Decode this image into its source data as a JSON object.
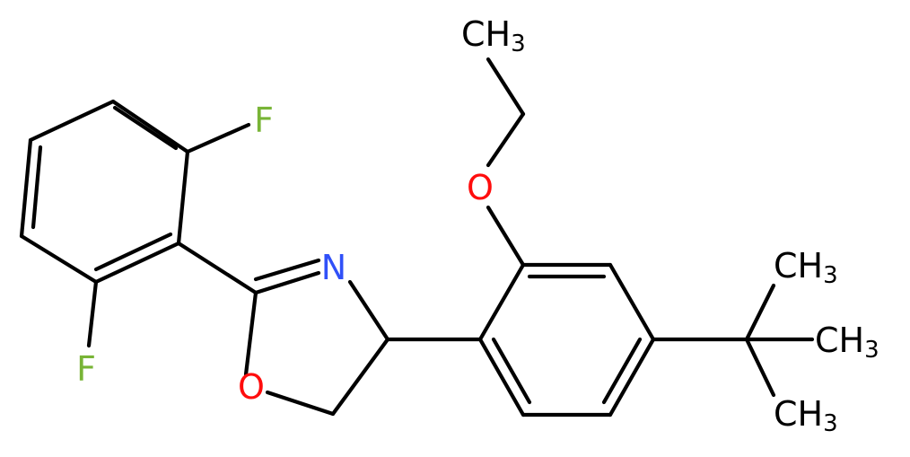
{
  "molecule": {
    "atoms": {
      "f_top": {
        "text": "F",
        "color": "#78b436"
      },
      "f_bottom": {
        "text": "F",
        "color": "#78b436"
      },
      "n": {
        "text": "N",
        "color": "#3050f8"
      },
      "o_ring": {
        "text": "O",
        "color": "#ff0d0d"
      },
      "o_ethoxy": {
        "text": "O",
        "color": "#ff0d0d"
      },
      "ch3_ethyl": {
        "main": "CH",
        "sub": "3",
        "color": "#000000"
      },
      "ch3_tbu_top": {
        "main": "CH",
        "sub": "3",
        "color": "#000000"
      },
      "ch3_tbu_mid": {
        "main": "CH",
        "sub": "3",
        "color": "#000000"
      },
      "ch3_tbu_bot": {
        "main": "CH",
        "sub": "3",
        "color": "#000000"
      }
    },
    "bond_color": "#000000"
  }
}
